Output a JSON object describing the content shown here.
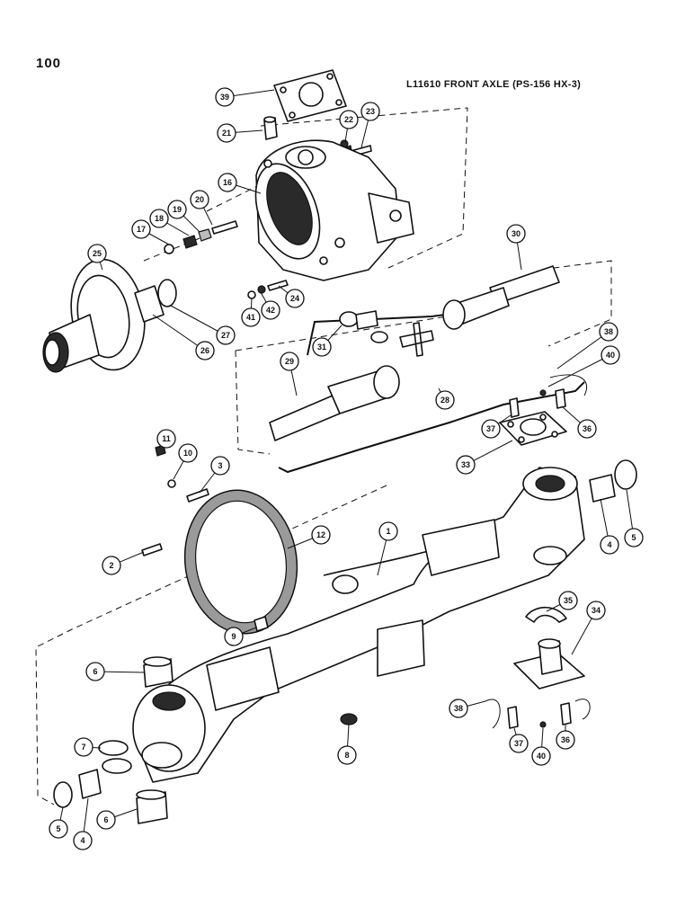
{
  "page": {
    "number": "100"
  },
  "title": "L11610 FRONT AXLE (PS-156 HX-3)",
  "callouts": [
    "39",
    "21",
    "22",
    "23",
    "16",
    "20",
    "19",
    "18",
    "17",
    "25",
    "30",
    "24",
    "42",
    "41",
    "27",
    "26",
    "31",
    "38",
    "40",
    "29",
    "28",
    "37",
    "36",
    "33",
    "11",
    "10",
    "3",
    "12",
    "1",
    "4",
    "5",
    "2",
    "35",
    "34",
    "9",
    "6",
    "38",
    "37",
    "40",
    "36",
    "8",
    "7",
    "5",
    "4",
    "6"
  ]
}
